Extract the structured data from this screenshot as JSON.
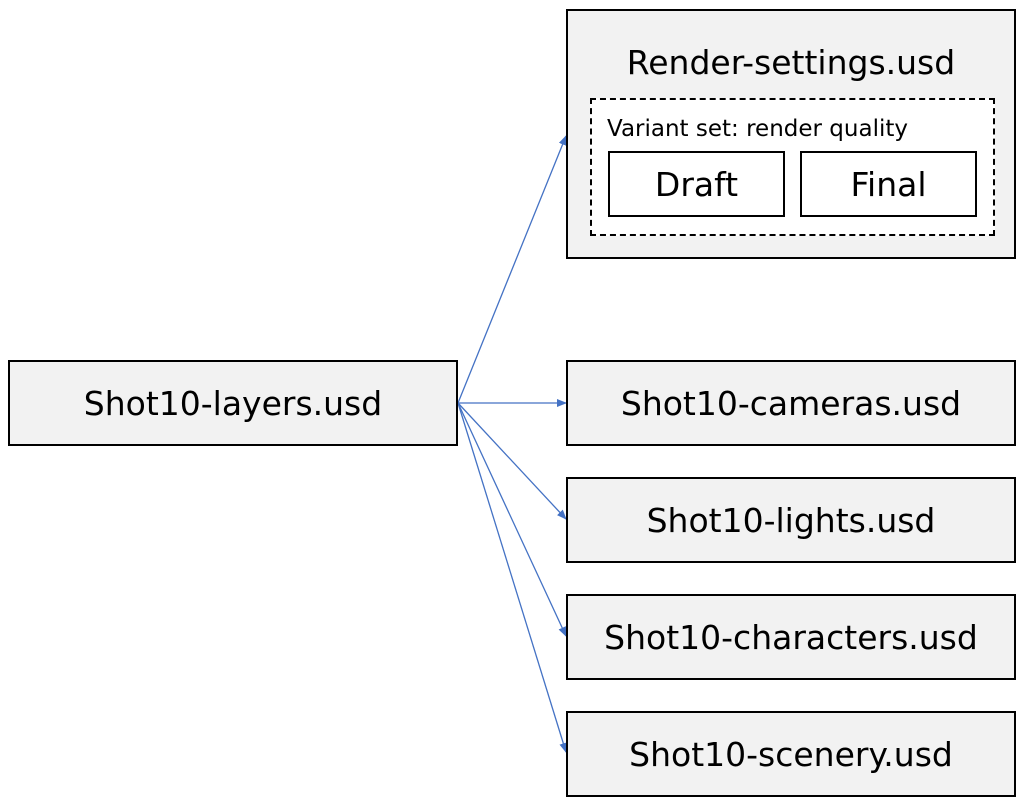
{
  "source": {
    "label": "Shot10-layers.usd"
  },
  "render_settings": {
    "title": "Render-settings.usd",
    "variant_set": {
      "label": "Variant set: render quality",
      "options": [
        "Draft",
        "Final"
      ]
    }
  },
  "layers": [
    {
      "label": "Shot10-cameras.usd"
    },
    {
      "label": "Shot10-lights.usd"
    },
    {
      "label": "Shot10-characters.usd"
    },
    {
      "label": "Shot10-scenery.usd"
    }
  ],
  "colors": {
    "box_fill": "#f2f2f2",
    "border": "#000000",
    "arrow": "#4472c4"
  }
}
